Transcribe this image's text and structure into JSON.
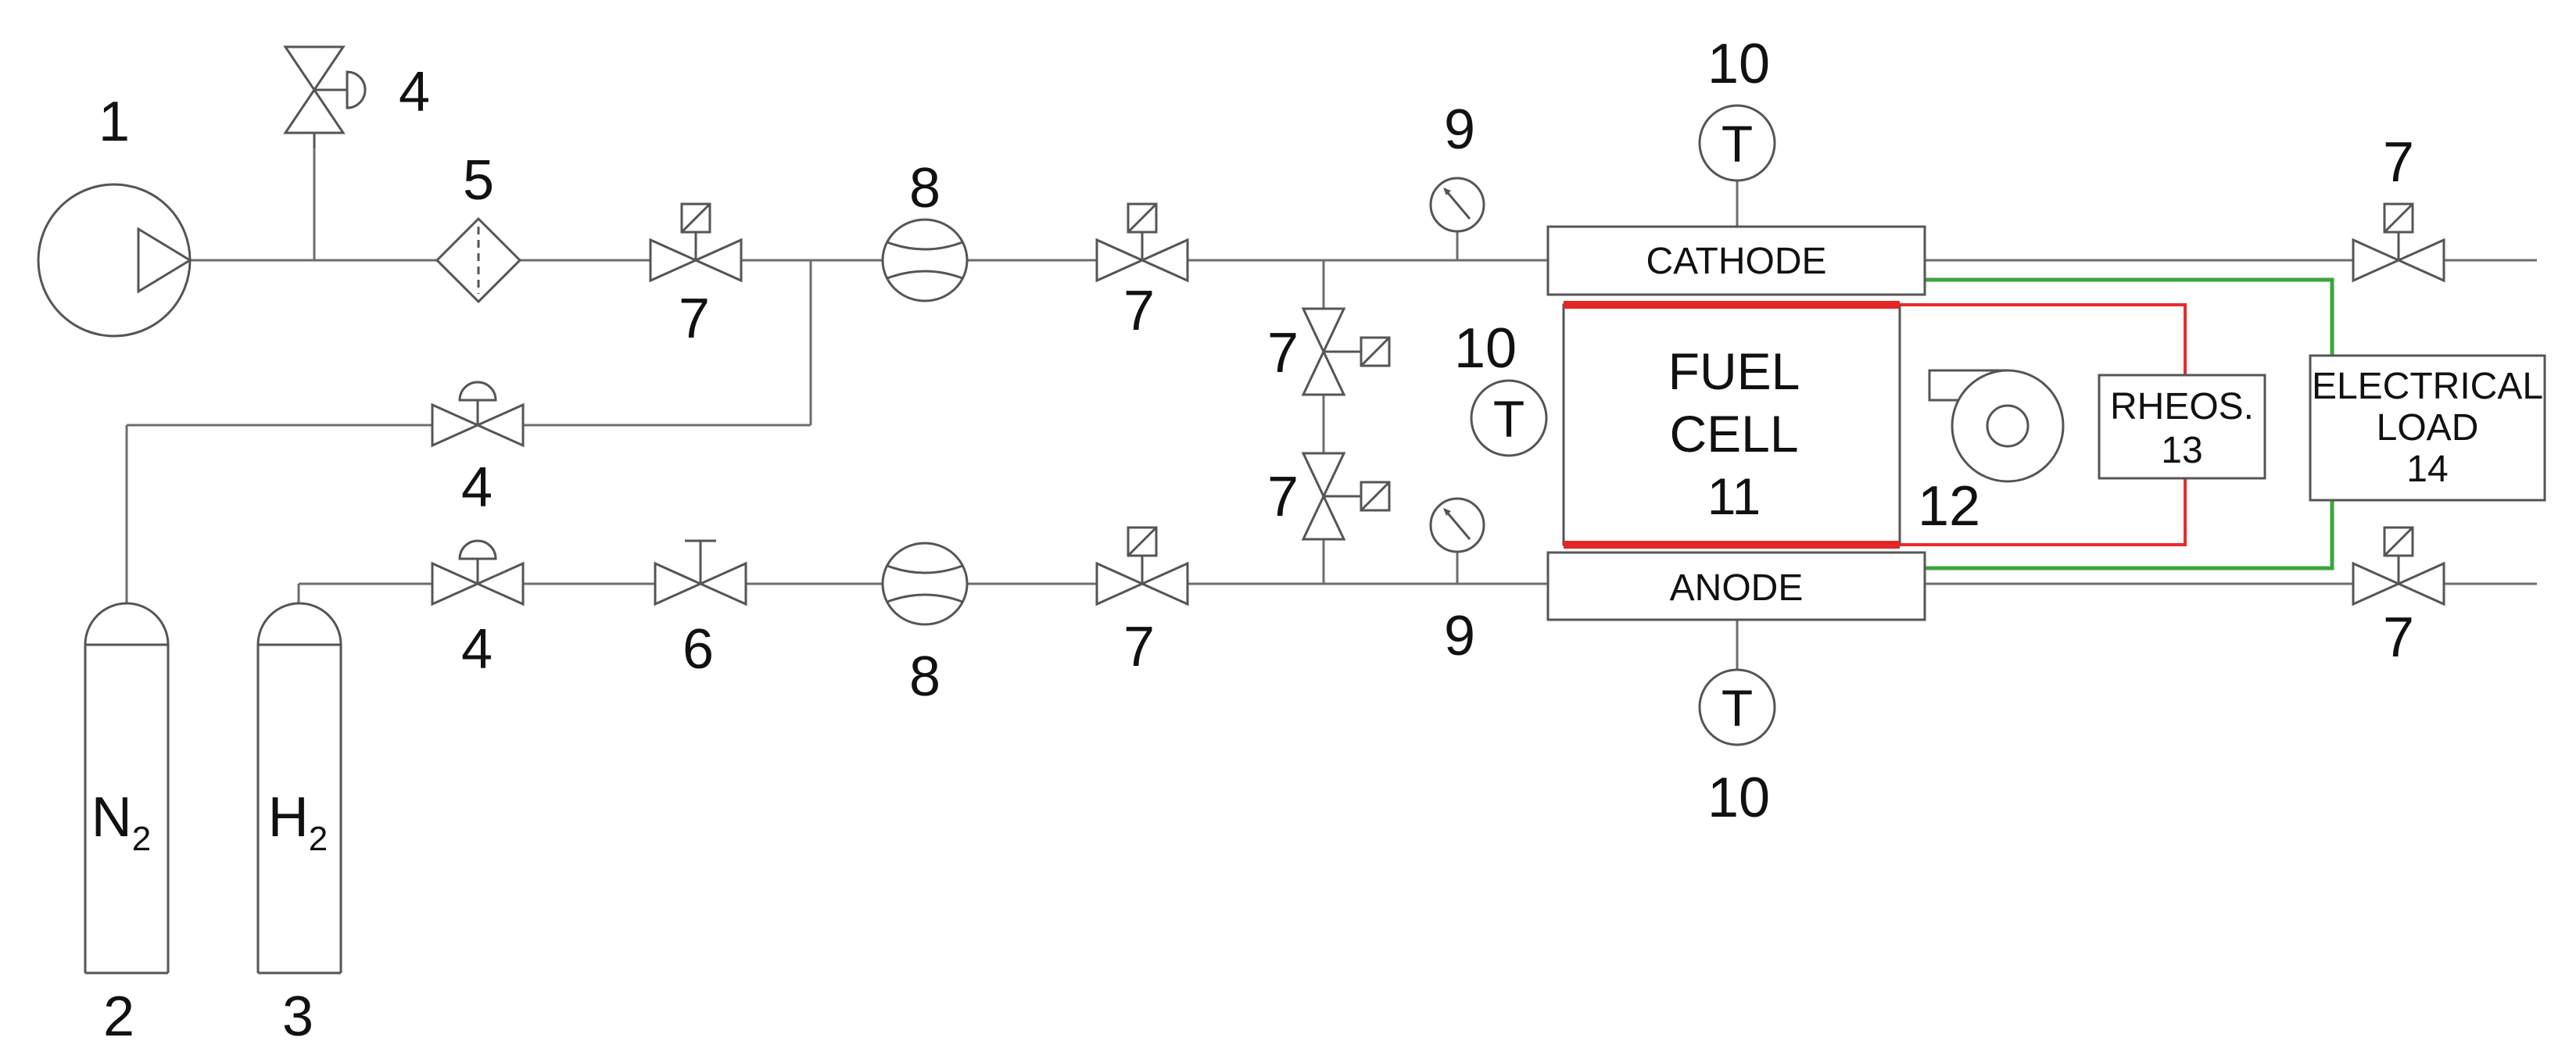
{
  "diagram": {
    "blocks": {
      "cathode": "CATHODE",
      "anode": "ANODE",
      "fuel_cell": [
        "FUEL",
        "CELL",
        "11"
      ],
      "rheostat": [
        "RHEOS.",
        "13"
      ],
      "electrical_load": [
        "ELECTRICAL",
        "LOAD",
        "14"
      ]
    },
    "cylinders": {
      "n2": {
        "main": "N",
        "sub": "2"
      },
      "h2": {
        "main": "H",
        "sub": "2"
      }
    },
    "sensor_letter": "T",
    "numbers": {
      "compressor": "1",
      "n2_cylinder": "2",
      "h2_cylinder": "3",
      "relief_valve": "4",
      "regulator_n2": "4",
      "regulator_h2": "4",
      "filter": "5",
      "needle_valve": "6",
      "solenoid_air": "7",
      "solenoid_cathode_in": "7",
      "solenoid_anode_in": "7",
      "solenoid_bypass_top": "7",
      "solenoid_bypass_bottom": "7",
      "solenoid_cathode_out": "7",
      "solenoid_anode_out": "7",
      "flowmeter_air": "8",
      "flowmeter_h2": "8",
      "gauge_cathode": "9",
      "gauge_anode": "9",
      "temp_cathode": "10",
      "temp_cell": "10",
      "temp_anode": "10",
      "fan": "12"
    },
    "colors": {
      "red_wiring": "#ea2a2a",
      "green_wiring": "#3aa63a",
      "pipe": "#6d6d6d"
    }
  }
}
